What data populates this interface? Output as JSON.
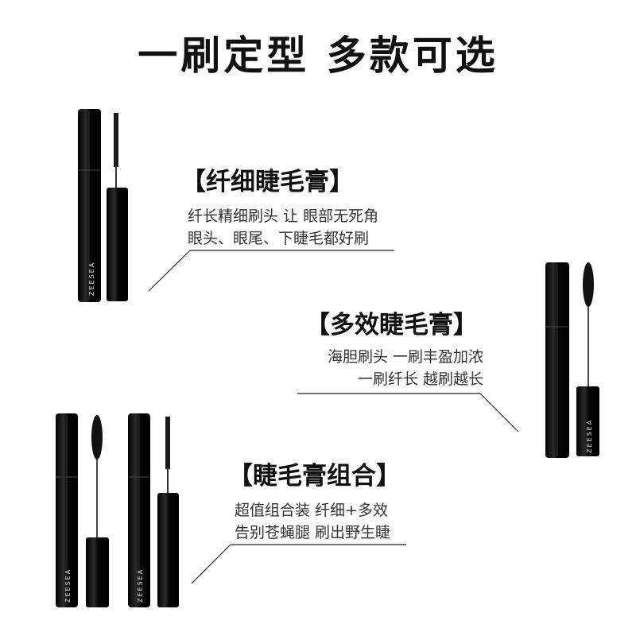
{
  "page": {
    "title": "一刷定型 多款可选",
    "background": "#ffffff"
  },
  "products": [
    {
      "heading": "【纤细睫毛膏】",
      "lines": [
        "纤长精细刷头  让 眼部无死角",
        "眼头、眼尾、下睫毛都好刷"
      ],
      "brush": "fine-brush-icon"
    },
    {
      "heading": "【多效睫毛膏】",
      "lines": [
        "海胆刷头 一刷丰盈加浓",
        "一刷纤长 越刷越长"
      ],
      "brush": "volume-brush-icon"
    },
    {
      "heading": "【睫毛膏组合】",
      "lines": [
        "超值组合装 纤细+多效",
        "告别苍蝇腿 刷出野生睫"
      ],
      "brush": "combo-icon"
    }
  ],
  "brand": {
    "logo_text": "ZEESEA"
  },
  "colors": {
    "tube": "#0a0a0a",
    "tube_highlight": "#3a3a3a",
    "text": "#333333",
    "heading": "#111111"
  }
}
